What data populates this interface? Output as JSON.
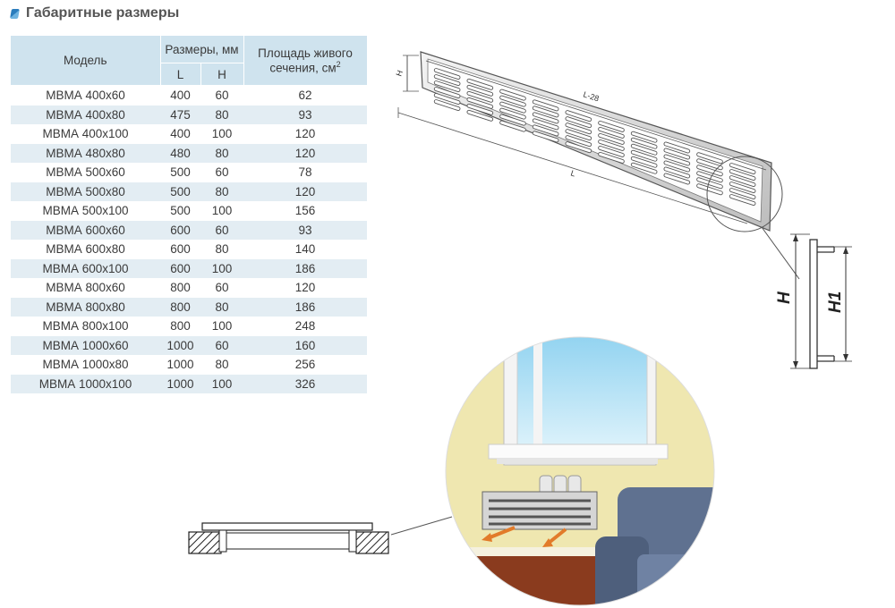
{
  "section": {
    "title": "Габаритные размеры"
  },
  "table": {
    "headers": {
      "model": "Модель",
      "sizes": "Размеры, мм",
      "l": "L",
      "h": "H",
      "area_line1": "Площадь живого",
      "area_line2": "сечения, см",
      "area_sup": "2"
    },
    "rows": [
      [
        "МВМА 400х60",
        "400",
        "60",
        "62"
      ],
      [
        "МВМА 400х80",
        "475",
        "80",
        "93"
      ],
      [
        "МВМА 400х100",
        "400",
        "100",
        "120"
      ],
      [
        "МВМА 480х80",
        "480",
        "80",
        "120"
      ],
      [
        "МВМА 500х60",
        "500",
        "60",
        "78"
      ],
      [
        "МВМА 500х80",
        "500",
        "80",
        "120"
      ],
      [
        "МВМА 500х100",
        "500",
        "100",
        "156"
      ],
      [
        "МВМА 600х60",
        "600",
        "60",
        "93"
      ],
      [
        "МВМА 600х80",
        "600",
        "80",
        "140"
      ],
      [
        "МВМА 600х100",
        "600",
        "100",
        "186"
      ],
      [
        "МВМА 800х60",
        "800",
        "60",
        "120"
      ],
      [
        "МВМА 800х80",
        "800",
        "80",
        "186"
      ],
      [
        "МВМА 800х100",
        "800",
        "100",
        "248"
      ],
      [
        "МВМА 1000х60",
        "1000",
        "60",
        "160"
      ],
      [
        "МВМА 1000х80",
        "1000",
        "80",
        "256"
      ],
      [
        "МВМА 1000х100",
        "1000",
        "100",
        "326"
      ]
    ]
  },
  "drawing": {
    "grille_h": "H",
    "grille_l28": "L-28",
    "grille_l": "L",
    "profile_h": "H",
    "profile_h1": "H1"
  },
  "colors": {
    "header_bg": "#cfe3ee",
    "row_alt_bg": "#e3edf3",
    "accent": "#2b7dbd",
    "wall": "#efe7b0"
  }
}
